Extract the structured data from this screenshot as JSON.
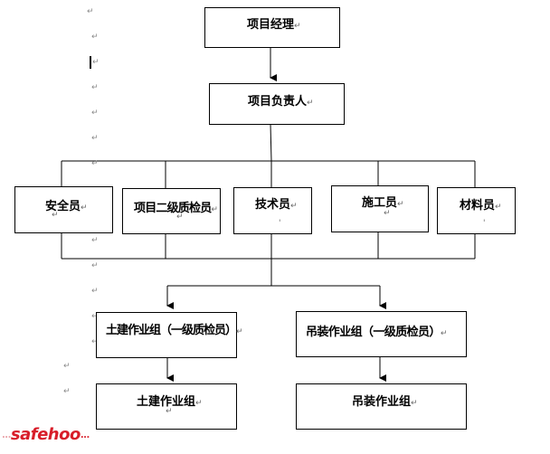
{
  "nodes": {
    "project_manager": "项目经理",
    "project_lead": "项目负责人",
    "safety_officer": "安全员",
    "quality_inspector_2": "项目二级质检员",
    "technician": "技术员",
    "construction_worker": "施工员",
    "materials_officer": "材料员",
    "civil_team_qc": "土建作业组（一级质检员）",
    "lifting_team_qc": "吊装作业组（一级质检员）",
    "civil_team": "土建作业组",
    "lifting_team": "吊装作业组"
  },
  "marks": {
    "paragraph": "↵",
    "dot": "'"
  },
  "watermark": {
    "prefix": "...",
    "text": "safehoo",
    "suffix": "..."
  }
}
